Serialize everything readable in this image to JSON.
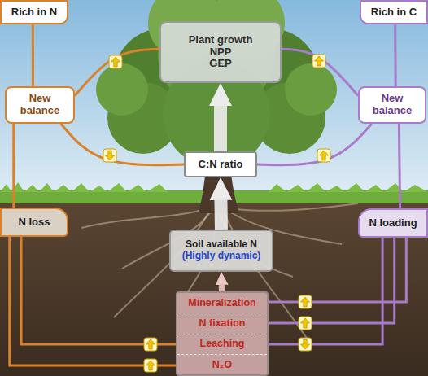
{
  "diagram": {
    "nodes": [
      {
        "text": [
          "Rich in N"
        ]
      },
      {
        "text": [
          "Plant growth",
          "NPP",
          "GEP"
        ]
      },
      {
        "text": [
          "Rich in C"
        ]
      },
      {
        "text": [
          "New balance"
        ]
      },
      {
        "text": [
          "New balance"
        ]
      },
      {
        "text": [
          "C:N ratio"
        ]
      },
      {
        "text": [
          "N loss"
        ]
      },
      {
        "text": [
          "Soil available N",
          "(Highly dynamic)"
        ]
      },
      {
        "text": [
          "N loading"
        ]
      },
      {
        "text": [
          "Mineralization",
          "N fixation",
          "Leaching",
          "N₂O"
        ]
      }
    ],
    "edges": [
      {
        "from": 9,
        "to": 7,
        "arrow": "to"
      },
      {
        "from": 7,
        "to": 5,
        "arrow": "to"
      },
      {
        "from": 5,
        "to": 1,
        "arrow": "to"
      },
      {
        "from": 3,
        "to": 0,
        "arrow": "none"
      },
      {
        "from": 3,
        "to": 1,
        "arrow": "none"
      },
      {
        "from": 3,
        "to": 5,
        "arrow": "none"
      },
      {
        "from": 6,
        "to": 3,
        "arrow": "none"
      },
      {
        "from": 9,
        "to": 6,
        "arrow": "none"
      },
      {
        "from": 9,
        "to": 6,
        "arrow": "none"
      },
      {
        "from": 4,
        "to": 2,
        "arrow": "none"
      },
      {
        "from": 4,
        "to": 1,
        "arrow": "none"
      },
      {
        "from": 4,
        "to": 5,
        "arrow": "none"
      },
      {
        "from": 8,
        "to": 4,
        "arrow": "none"
      },
      {
        "from": 9,
        "to": 8,
        "arrow": "none"
      },
      {
        "from": 9,
        "to": 8,
        "arrow": "none"
      },
      {
        "from": 9,
        "to": 8,
        "arrow": "none"
      }
    ]
  }
}
